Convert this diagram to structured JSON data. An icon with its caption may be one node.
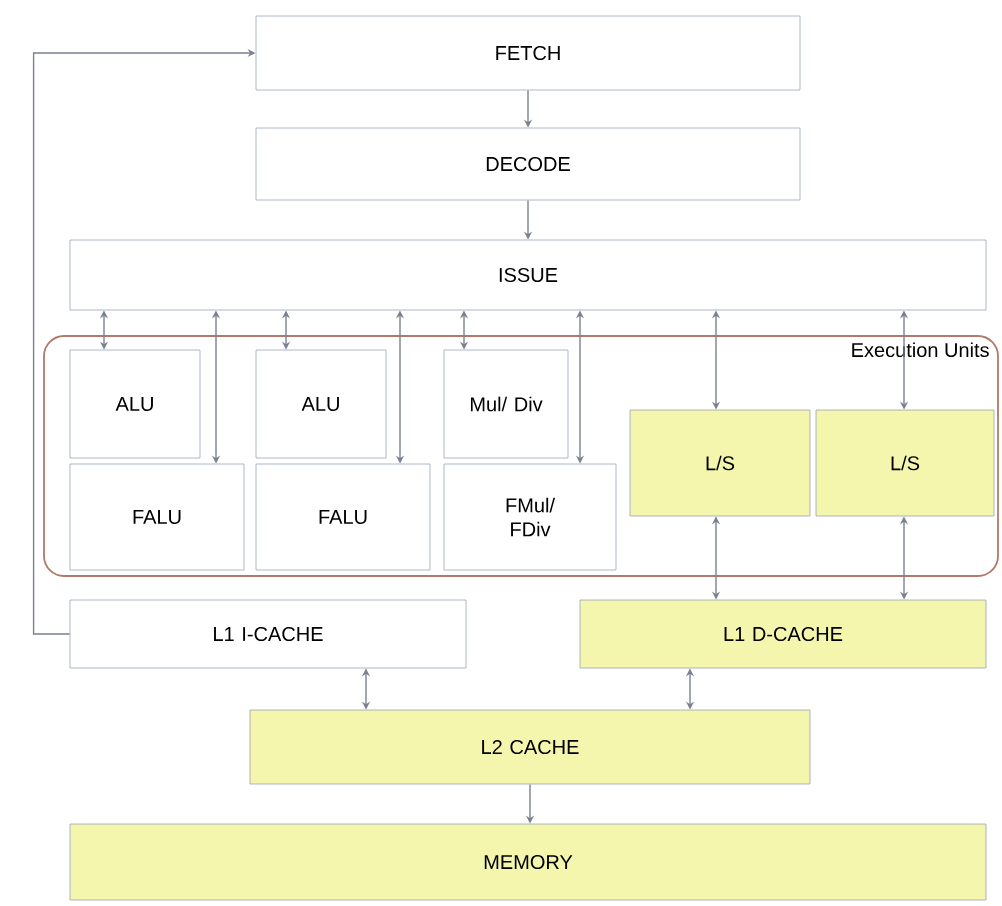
{
  "diagram": {
    "nodes": [
      {
        "text": [
          "FETCH"
        ]
      },
      {
        "text": [
          "DECODE"
        ]
      },
      {
        "text": [
          "ISSUE"
        ]
      },
      {
        "text": [
          "Execution Units"
        ]
      },
      {
        "text": [
          "ALU"
        ],
        "in": 3
      },
      {
        "text": [
          "ALU"
        ],
        "in": 3
      },
      {
        "text": [
          "Mul/ Div"
        ],
        "in": 3
      },
      {
        "text": [
          "FALU"
        ],
        "in": 3
      },
      {
        "text": [
          "FALU"
        ],
        "in": 3
      },
      {
        "text": [
          "FMul/ FDiv"
        ],
        "in": 3
      },
      {
        "text": [
          "L/S"
        ],
        "in": 3
      },
      {
        "text": [
          "L/S"
        ],
        "in": 3
      },
      {
        "text": [
          "L1 I-CACHE"
        ]
      },
      {
        "text": [
          "L1 D-CACHE"
        ]
      },
      {
        "text": [
          "L2 CACHE"
        ]
      },
      {
        "text": [
          "MEMORY"
        ]
      }
    ],
    "edges": [
      {
        "from": 0,
        "to": 1,
        "arrow": "to"
      },
      {
        "from": 1,
        "to": 2,
        "arrow": "to"
      },
      {
        "from": 2,
        "to": 4,
        "arrow": "both"
      },
      {
        "from": 2,
        "to": 7,
        "arrow": "both"
      },
      {
        "from": 2,
        "to": 5,
        "arrow": "both"
      },
      {
        "from": 2,
        "to": 8,
        "arrow": "both"
      },
      {
        "from": 2,
        "to": 6,
        "arrow": "both"
      },
      {
        "from": 2,
        "to": 9,
        "arrow": "both"
      },
      {
        "from": 2,
        "to": 10,
        "arrow": "both"
      },
      {
        "from": 2,
        "to": 11,
        "arrow": "both"
      },
      {
        "from": 10,
        "to": 13,
        "arrow": "both"
      },
      {
        "from": 11,
        "to": 13,
        "arrow": "both"
      },
      {
        "from": 12,
        "to": 14,
        "arrow": "both"
      },
      {
        "from": 13,
        "to": 14,
        "arrow": "both"
      },
      {
        "from": 14,
        "to": 15,
        "arrow": "to"
      },
      {
        "from": 12,
        "to": 0,
        "arrow": "to"
      }
    ]
  }
}
